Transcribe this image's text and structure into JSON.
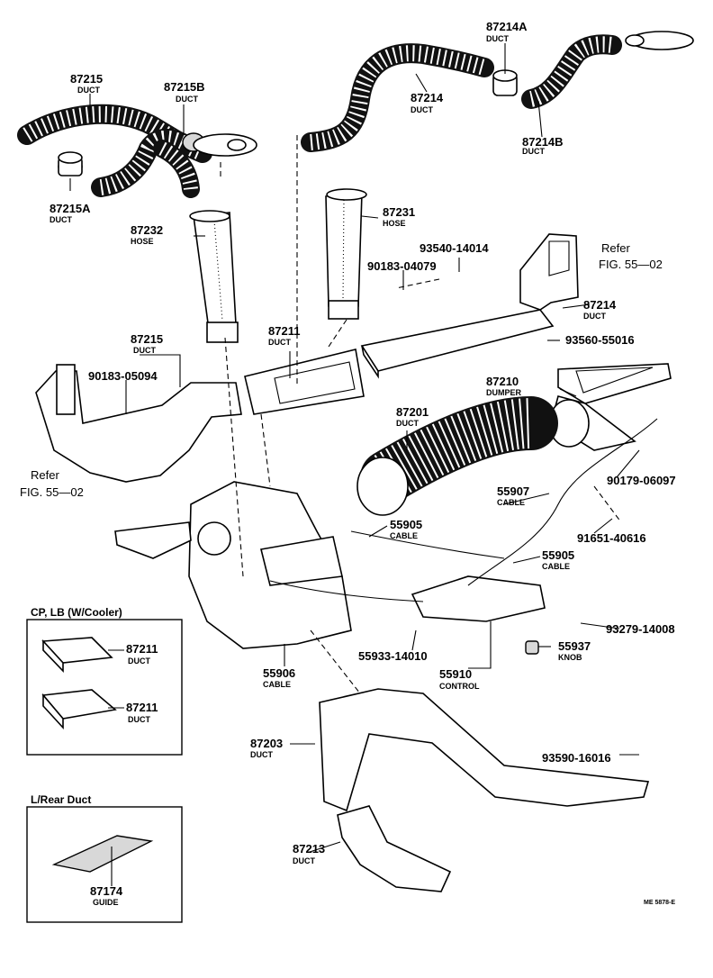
{
  "parts": {
    "p87215_top": {
      "number": "87215",
      "name": "DUCT"
    },
    "p87215b": {
      "number": "87215B",
      "name": "DUCT"
    },
    "p87215a": {
      "number": "87215A",
      "name": "DUCT"
    },
    "p87214a": {
      "number": "87214A",
      "name": "DUCT"
    },
    "p87214_top": {
      "number": "87214",
      "name": "DUCT"
    },
    "p87214b": {
      "number": "87214B",
      "name": "DUCT"
    },
    "p87232": {
      "number": "87232",
      "name": "HOSE"
    },
    "p87231": {
      "number": "87231",
      "name": "HOSE"
    },
    "p93540": {
      "number": "93540-14014"
    },
    "p90183_04079": {
      "number": "90183-04079"
    },
    "p87214_mid": {
      "number": "87214",
      "name": "DUCT"
    },
    "p93560": {
      "number": "93560-55016"
    },
    "p87211_mid": {
      "number": "87211",
      "name": "DUCT"
    },
    "p87215_mid": {
      "number": "87215",
      "name": "DUCT"
    },
    "p90183_05094": {
      "number": "90183-05094"
    },
    "p87210": {
      "number": "87210",
      "name": "DUMPER"
    },
    "p87201": {
      "number": "87201",
      "name": "DUCT"
    },
    "p90179": {
      "number": "90179-06097"
    },
    "p55907": {
      "number": "55907",
      "name": "CABLE"
    },
    "p91651": {
      "number": "91651-40616"
    },
    "p55905_a": {
      "number": "55905",
      "name": "CABLE"
    },
    "p55905_b": {
      "number": "55905",
      "name": "CABLE"
    },
    "p93279": {
      "number": "93279-14008"
    },
    "p55937": {
      "number": "55937",
      "name": "KNOB"
    },
    "p55933": {
      "number": "55933-14010"
    },
    "p55910": {
      "number": "55910",
      "name": "CONTROL"
    },
    "p55906": {
      "number": "55906",
      "name": "CABLE"
    },
    "p87203": {
      "number": "87203",
      "name": "DUCT"
    },
    "p93590": {
      "number": "93590-16016"
    },
    "p87213": {
      "number": "87213",
      "name": "DUCT"
    },
    "p87174": {
      "number": "87174",
      "name": "GUIDE"
    },
    "box1_a": {
      "number": "87211",
      "name": "DUCT"
    },
    "box1_b": {
      "number": "87211",
      "name": "DUCT"
    }
  },
  "refs": {
    "top_right_word": "Refer",
    "top_right_fig": "FIG. 55—02",
    "left_word": "Refer",
    "left_fig": "FIG. 55—02"
  },
  "boxes": {
    "cooler_title": "CP, LB (W/Cooler)",
    "rear_title": "L/Rear Duct"
  },
  "footer_code": "ME 5878-E"
}
